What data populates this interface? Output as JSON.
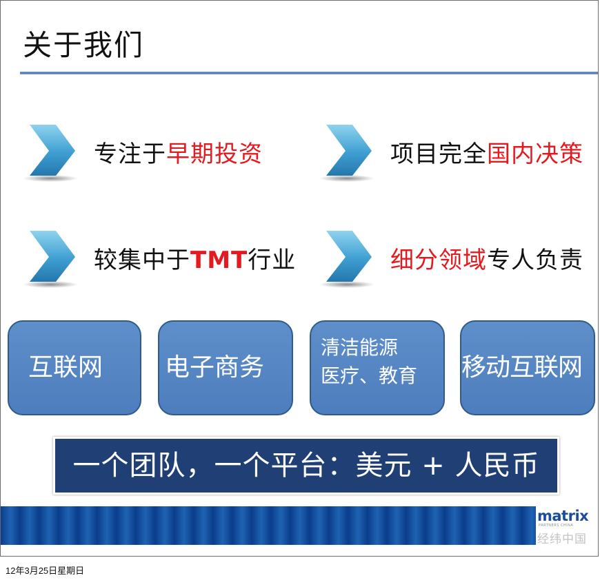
{
  "slide": {
    "title": "关于我们",
    "points": [
      {
        "plain": "专注于",
        "highlight": "早期投资",
        "suffix": ""
      },
      {
        "plain": "项目完全",
        "highlight": "国内决策",
        "suffix": ""
      },
      {
        "plain": "较集中于",
        "highlight": "TMT",
        "suffix": "行业"
      },
      {
        "plain": "",
        "highlight": "细分领域",
        "suffix": "专人负责"
      }
    ],
    "sectors": [
      {
        "line1": "互联网",
        "line2": ""
      },
      {
        "line1": "电子商务",
        "line2": ""
      },
      {
        "line1": "清洁能源",
        "line2": "医疗、教育"
      },
      {
        "line1": "移动互联网",
        "line2": ""
      }
    ],
    "banner": "一个团队，一个平台：美元 + 人民币",
    "logo": {
      "word": "matrix",
      "sub": "PARTNERS CHINA",
      "cn": "经纬中国"
    },
    "colors": {
      "highlight": "#e5191e",
      "box": "#4f80be",
      "banner": "#1f3f75"
    }
  },
  "footer": {
    "date": "12年3月25日星期日"
  }
}
